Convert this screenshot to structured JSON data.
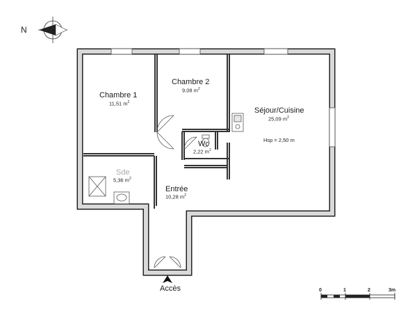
{
  "compass": {
    "label": "N"
  },
  "rooms": {
    "chambre1": {
      "name": "Chambre 1",
      "area": "11,51 m",
      "sup": "2"
    },
    "chambre2": {
      "name": "Chambre 2",
      "area": "9,08 m",
      "sup": "2"
    },
    "sejour": {
      "name": "Séjour/Cuisine",
      "area": "25,09 m",
      "sup": "2",
      "note": "Hsp = 2,50 m"
    },
    "wc": {
      "name": "Wc",
      "area": "2,22 m",
      "sup": "2"
    },
    "sde": {
      "name": "Sde",
      "area": "5,36 m",
      "sup": "2"
    },
    "entree": {
      "name": "Entrée",
      "area": "10,28 m",
      "sup": "2"
    }
  },
  "access": {
    "label": "Accès"
  },
  "scale": {
    "ticks": [
      "0",
      "1",
      "2",
      "3m"
    ]
  }
}
